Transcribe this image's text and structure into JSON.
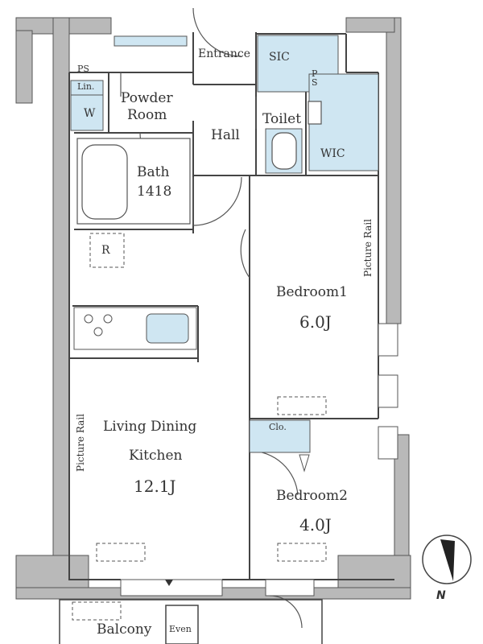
{
  "rooms": {
    "entrance": "Entrance",
    "sic": "SIC",
    "ps_top": "PS",
    "ps_vert": "PS",
    "lin": "Lin.",
    "washer": "W",
    "powder_room_1": "Powder",
    "powder_room_2": "Room",
    "hall": "Hall",
    "toilet": "Toilet",
    "wic": "WIC",
    "bath": "Bath",
    "bath_size": "1418",
    "refrigerator": "R",
    "bedroom1": "Bedroom1",
    "bedroom1_size": "6.0J",
    "picture_rail_right": "Picture Rail",
    "picture_rail_left": "Picture Rail",
    "ldk_1": "Living Dining",
    "ldk_2": "Kitchen",
    "ldk_size": "12.1J",
    "closet": "Clo.",
    "bedroom2": "Bedroom2",
    "bedroom2_size": "4.0J",
    "balcony": "Balcony",
    "even": "Even"
  },
  "compass": {
    "label": "N"
  },
  "colors": {
    "wall": "#b3b3b3",
    "wall_dark": "#555555",
    "fixture": "#cfe6f2",
    "line": "#444444"
  }
}
